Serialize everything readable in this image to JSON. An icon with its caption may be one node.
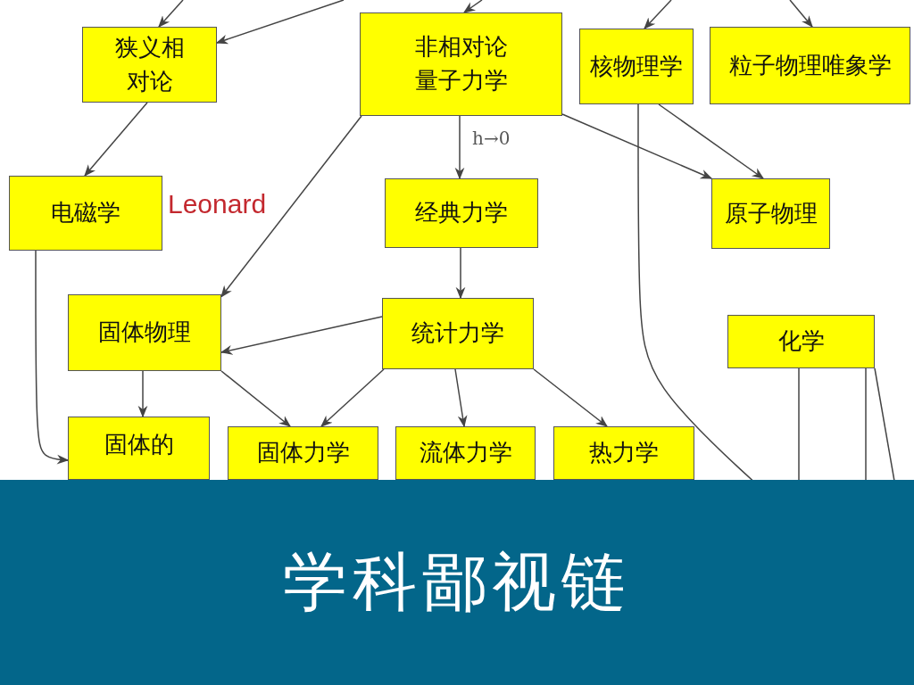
{
  "diagram": {
    "title": "学科鄙视链",
    "nodes": [
      {
        "text": [
          "狭义相对论"
        ]
      },
      {
        "text": [
          "非相对论量子力学"
        ]
      },
      {
        "text": [
          "核物理学"
        ]
      },
      {
        "text": [
          "粒子物理唯象学"
        ]
      },
      {
        "text": [
          "电磁学"
        ]
      },
      {
        "text": [
          "经典力学"
        ]
      },
      {
        "text": [
          "原子物理"
        ]
      },
      {
        "text": [
          "固体物理"
        ]
      },
      {
        "text": [
          "统计力学"
        ]
      },
      {
        "text": [
          "化学"
        ]
      },
      {
        "text": [
          "固体的"
        ]
      },
      {
        "text": [
          "固体力学"
        ]
      },
      {
        "text": [
          "流体力学"
        ]
      },
      {
        "text": [
          "热力学"
        ]
      }
    ],
    "edges": [
      {
        "from": null,
        "to": 0,
        "arrow": "to"
      },
      {
        "from": null,
        "to": 0,
        "arrow": "to"
      },
      {
        "from": null,
        "to": 1,
        "arrow": "to"
      },
      {
        "from": null,
        "to": 2,
        "arrow": "to"
      },
      {
        "from": null,
        "to": 3,
        "arrow": "to"
      },
      {
        "from": 0,
        "to": 4,
        "arrow": "to"
      },
      {
        "from": 1,
        "to": 5,
        "arrow": "to",
        "label": "h→0"
      },
      {
        "from": 1,
        "to": 7,
        "arrow": "to"
      },
      {
        "from": 1,
        "to": 6,
        "arrow": "to"
      },
      {
        "from": 2,
        "to": 6,
        "arrow": "to"
      },
      {
        "from": 2,
        "to": null,
        "arrow": "none"
      },
      {
        "from": 4,
        "to": 10,
        "arrow": "to"
      },
      {
        "from": 5,
        "to": 8,
        "arrow": "to"
      },
      {
        "from": 8,
        "to": 7,
        "arrow": "to"
      },
      {
        "from": 7,
        "to": 10,
        "arrow": "to"
      },
      {
        "from": 7,
        "to": 11,
        "arrow": "to"
      },
      {
        "from": 8,
        "to": 11,
        "arrow": "to"
      },
      {
        "from": 8,
        "to": 12,
        "arrow": "to"
      },
      {
        "from": 8,
        "to": 13,
        "arrow": "to"
      },
      {
        "from": 9,
        "to": null,
        "arrow": "none"
      },
      {
        "from": 9,
        "to": null,
        "arrow": "none"
      },
      {
        "from": 9,
        "to": null,
        "arrow": "none"
      }
    ],
    "labels": [
      "Leonard"
    ]
  }
}
